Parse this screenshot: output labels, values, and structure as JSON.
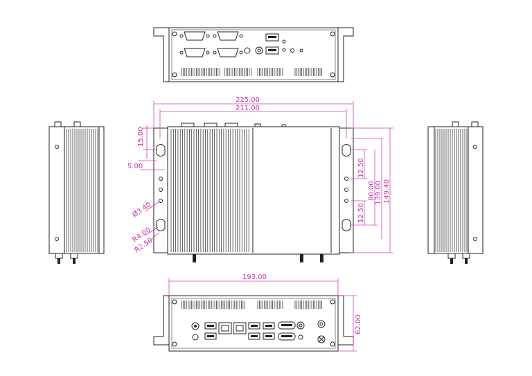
{
  "dimensions": {
    "width_outer": "225.00",
    "width_inner": "211.00",
    "offset_top": "15.00",
    "offset_side": "5.00",
    "hole_dia": "Ø3.40",
    "radius_1": "R4.00",
    "radius_2": "R2.50",
    "spacing_top": "12.50",
    "spacing_bottom": "12.50",
    "height_inner": "80.00",
    "height_mid": "139.00",
    "height_outer": "149.40",
    "front_width": "193.00",
    "front_height": "62.00"
  },
  "colors": {
    "dimension": "#d63fb0",
    "line": "#222222"
  }
}
